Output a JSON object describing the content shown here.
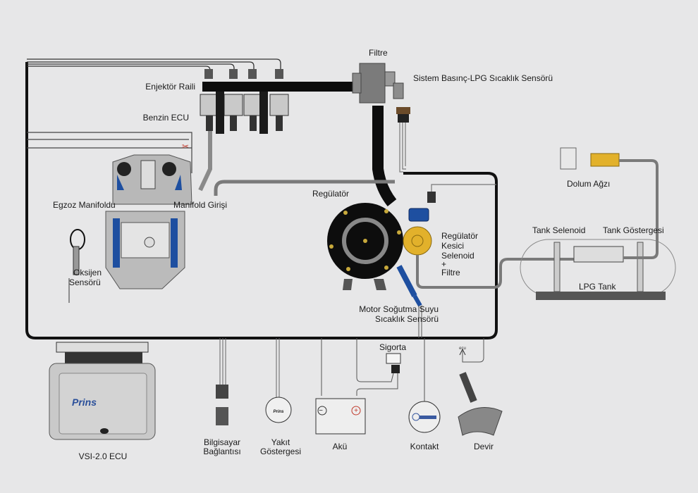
{
  "diagram": {
    "title": "LPG Sequential Injection System Diagram",
    "colors": {
      "background": "#e7e7e8",
      "main_wire": "#111111",
      "hose_black": "#0d0d0d",
      "gas_line": "#7a7a7a",
      "coolant_blue": "#1e4fa0",
      "brass": "#e2b12b",
      "fuse_red": "#c0392b"
    },
    "labels": {
      "filtre": "Filtre",
      "sistem_sensor": "Sistem Basınç-LPG Sıcaklık Sensörü",
      "enjektor_raili": "Enjektör Raili",
      "benzin_ecu": "Benzin ECU",
      "egzoz_manifoldu": "Egzoz Manifoldu",
      "manifold_girisi": "Manifold Girişi",
      "oksijen_sensoru_1": "Oksijen",
      "oksijen_sensoru_2": "Sensörü",
      "regulator": "Regülatör",
      "regulator_selenoid_1": "Regülatör",
      "regulator_selenoid_2": "Kesici",
      "regulator_selenoid_3": "Selenoid",
      "regulator_selenoid_4": "+",
      "regulator_selenoid_5": "Filtre",
      "motor_sogutma_1": "Motor Soğutma Suyu",
      "motor_sogutma_2": "Sıcaklık Sensörü",
      "dolum_agzi": "Dolum Ağzı",
      "tank_selenoid": "Tank Selenoid",
      "tank_gostergesi": "Tank Göstergesi",
      "lpg_tank": "LPG Tank",
      "ecu_name": "VSI-2.0 ECU",
      "ecu_brand": "Prins",
      "bilgisayar_1": "Bilgisayar",
      "bilgisayar_2": "Bağlantısı",
      "yakit_1": "Yakıt",
      "yakit_2": "Göstergesi",
      "gauge_brand": "Prins",
      "aku": "Akü",
      "sigorta": "Sigorta",
      "kontakt": "Kontakt",
      "devir": "Devir",
      "ecu_arrow": "ecu",
      "battery_minus": "−",
      "battery_plus": "+"
    }
  }
}
